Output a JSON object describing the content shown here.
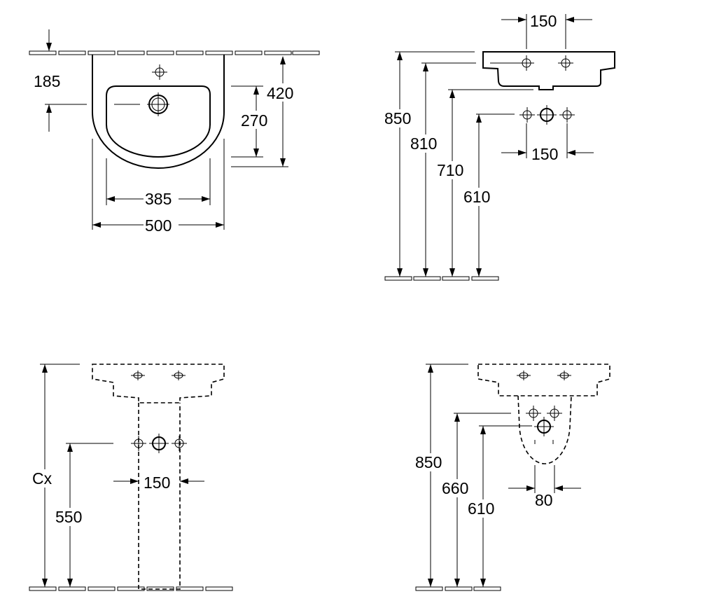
{
  "views": {
    "top": {
      "dim_depth_to_hole": "185",
      "dim_depth_total": "420",
      "dim_bowl_depth": "270",
      "dim_bowl_width": "385",
      "dim_total_width": "500"
    },
    "side": {
      "dim_hole_spacing_top": "150",
      "dim_hole_spacing_bottom": "150",
      "dim_height_top": "850",
      "dim_height_rim": "810",
      "dim_height_bowl": "710",
      "dim_height_waste": "610"
    },
    "pedestal": {
      "dim_height_cx": "Cx",
      "dim_height_waste": "550",
      "dim_hole_spacing": "150"
    },
    "semi_pedestal": {
      "dim_height_top": "850",
      "dim_height_trap": "660",
      "dim_height_waste": "610",
      "dim_width": "80"
    }
  }
}
